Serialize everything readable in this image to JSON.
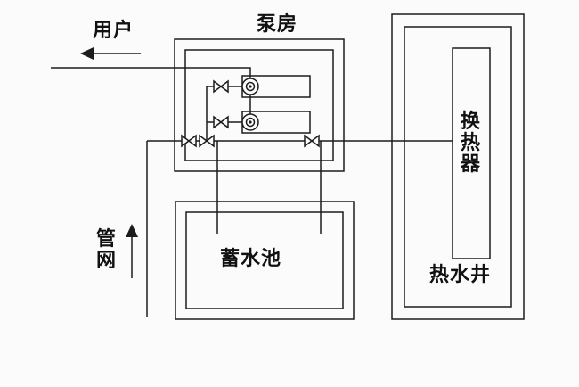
{
  "diagram": {
    "labels": {
      "user": "用户",
      "pump_house": "泵房",
      "storage_pool": "蓄水池",
      "pipe_network": "管网",
      "heat_exchanger": "换热器",
      "hot_water_well": "热水井"
    },
    "colors": {
      "line": "#1c1c1c",
      "background": "#fbfbfb"
    },
    "symbols": {
      "valves": 5,
      "pumps": 2,
      "arrows": 2
    }
  }
}
